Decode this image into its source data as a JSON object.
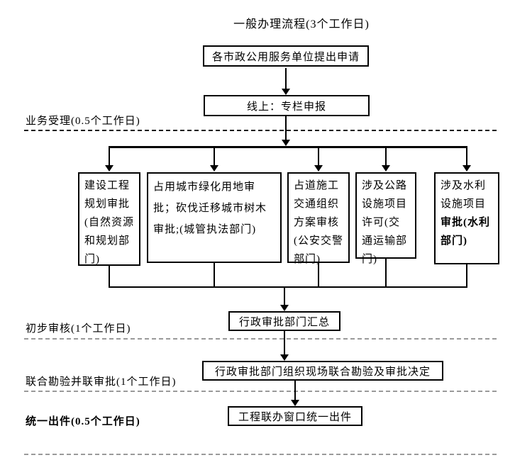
{
  "title": "一般办理流程(3个工作日)",
  "nodes": {
    "apply": "各市政公用服务单位提出申请",
    "online": "线上：专栏申报",
    "summary": "行政审批部门汇总",
    "joint_review": "行政审批部门组织现场联合勘验及审批决定",
    "issue": "工程联办窗口统一出件"
  },
  "branches": [
    {
      "text": "建设工程规划审批(自然资源和规划部门)"
    },
    {
      "text": "占用城市绿化用地审批；砍伐迁移城市树木审批;(城管执法部门)"
    },
    {
      "text": "占道施工交通组织方案审核(公安交警部门)"
    },
    {
      "text": "涉及公路设施项目许可(交通运输部门)"
    },
    {
      "text": "涉及水利设施项目",
      "text_bold": "审批(水利部门)"
    }
  ],
  "stages": {
    "accept": "业务受理(0.5个工作日)",
    "review": "初步审核(1个工作日)",
    "joint": "联合勘验并联审批(1个工作日)",
    "issue": "统一出件(0.5个工作日)"
  },
  "colors": {
    "line": "#000000",
    "divider_dark": "#1a1a1a",
    "divider_gray": "#9a9a9a",
    "background": "#ffffff"
  }
}
